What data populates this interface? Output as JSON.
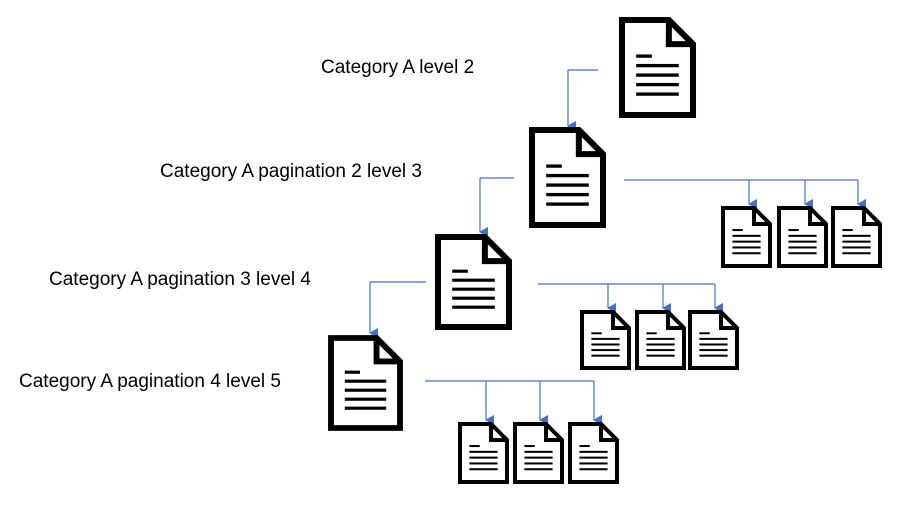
{
  "labels": {
    "level2": "Category A level 2",
    "level3": "Category A pagination 2 level 3",
    "level4": "Category A pagination 3 level 4",
    "level5": "Category A pagination 4 level 5"
  },
  "colors": {
    "connector": "#4472C4",
    "icon": "#000000"
  },
  "icons": {
    "page": "document-icon"
  },
  "structure": {
    "levels": [
      "level2",
      "level3",
      "level4",
      "level5"
    ],
    "children_per_pagination_page": 3
  }
}
